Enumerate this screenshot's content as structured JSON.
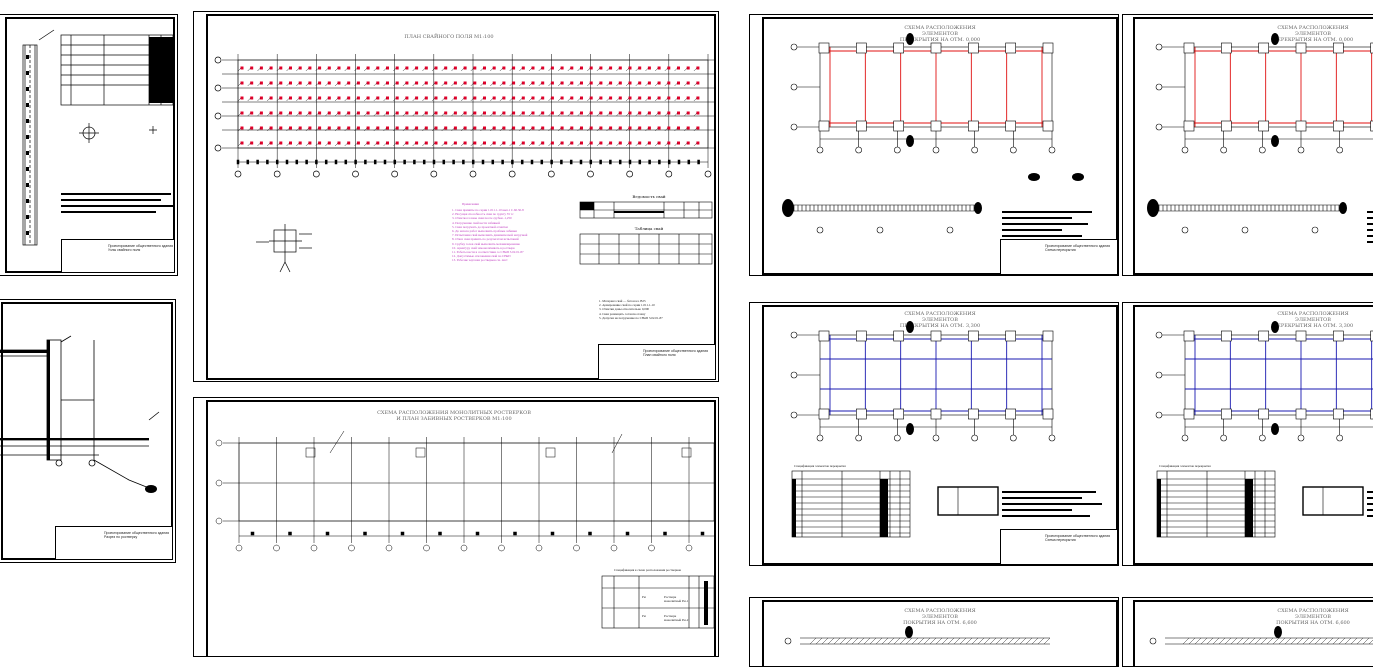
{
  "sheets": {
    "pile_plan": {
      "title": "ПЛАН СВАЙНОГО ПОЛЯ М1:100",
      "notes_title": "Примечания",
      "notes_text": "1. Сваи приняты по серии 1.011.1-10 вып.1 С.60.30-8\n2. Несущая способность сваи по грунту 35 тс\n3. Отметка головы сваи после срубки -1,250\n4. Погружение свай вести забивкой\n5. Сваи погружать до проектной отметки\n6. До начала работ выполнить пробные забивки\n7. Испытания свай выполнить динамической нагрузкой\n8. Отказ сваи принять по результатам испытаний\n9. Срубку голов свай выполнять механизированно\n10. Арматуру свай замоноличивать в ростверк\n11. Работы вести в соответствии со СНиП 3.02.01-87\n12. Допустимые отклонения свай по СНиП\n13. Рабочие чертежи ростверков см. лист",
      "spec_title": "Ведомость свай",
      "table_title": "Таблица свай",
      "stamp_text": "Проектирование общественного здания\nПлан свайного поля",
      "right_notes": "1. Материал свай — бетон кл. В25\n2. Армирование свай по серии 1.011.1-10\n3. Отметки даны относительно 0,000\n4. Сваи размещать согласно плану\n5. Допуски на погружение по СНиП 3.02.01-87"
    },
    "grillage_scheme": {
      "title": "СХЕМА РАСПОЛОЖЕНИЯ МОНОЛИТНЫХ РОСТВЕРКОВ\nИ ПЛАН ЗАБИВНЫХ РОСТВЕРКОВ М1:100",
      "spec_title": "Спецификация к схеме расположения ростверков",
      "row1_label": "Ростверк монолитный Рм-1",
      "row2_label": "Ростверк монолитный Рм-2",
      "row1_code": "Рм",
      "row2_code": "Рм"
    },
    "left_top": {
      "stamp_text": "Проектирование общественного здания\nУзлы свайного поля"
    },
    "left_mid": {
      "stamp_text": "Проектирование общественного здания\nРазрез по ростверку"
    },
    "right_a": {
      "title": "СХЕМА РАСПОЛОЖЕНИЯ ЭЛЕМЕНТОВ\nПЕРЕКРЫТИЯ НА ОТМ. 0,000",
      "stamp_text": "Проектирование общественного здания\nСхема перекрытия"
    },
    "right_b": {
      "title": "СХЕМА РАСПОЛОЖЕНИЯ ЭЛЕМЕНТОВ\nПЕРЕКРЫТИЯ НА ОТМ. 0,000"
    },
    "right_c": {
      "title": "СХЕМА РАСПОЛОЖЕНИЯ ЭЛЕМЕНТОВ\nПЕРЕКРЫТИЯ НА ОТМ. 3,300",
      "stamp_text": "Проектирование общественного здания\nСхема перекрытия",
      "table_title": "Спецификация элементов перекрытия"
    },
    "right_d": {
      "title": "СХЕМА РАСПОЛОЖЕНИЯ ЭЛЕМЕНТОВ\nПЕРЕКРЫТИЯ НА ОТМ. 3,300",
      "table_title": "Спецификация элементов перекрытия"
    },
    "right_e": {
      "title": "СХЕМА РАСПОЛОЖЕНИЯ ЭЛЕМЕНТОВ\nПОКРЫТИЯ НА ОТМ. 6,600"
    },
    "right_f": {
      "title": "СХЕМА РАСПОЛОЖЕНИЯ ЭЛЕМЕНТОВ\nПОКРЫТИЯ НА ОТМ. 6,600"
    }
  },
  "colors": {
    "pile": "#e0002a",
    "pile_label": "#111111",
    "grid_red": "#e01010",
    "grid_blue": "#1818b0",
    "notes_magenta": "#c040c0",
    "line": "#000000"
  }
}
